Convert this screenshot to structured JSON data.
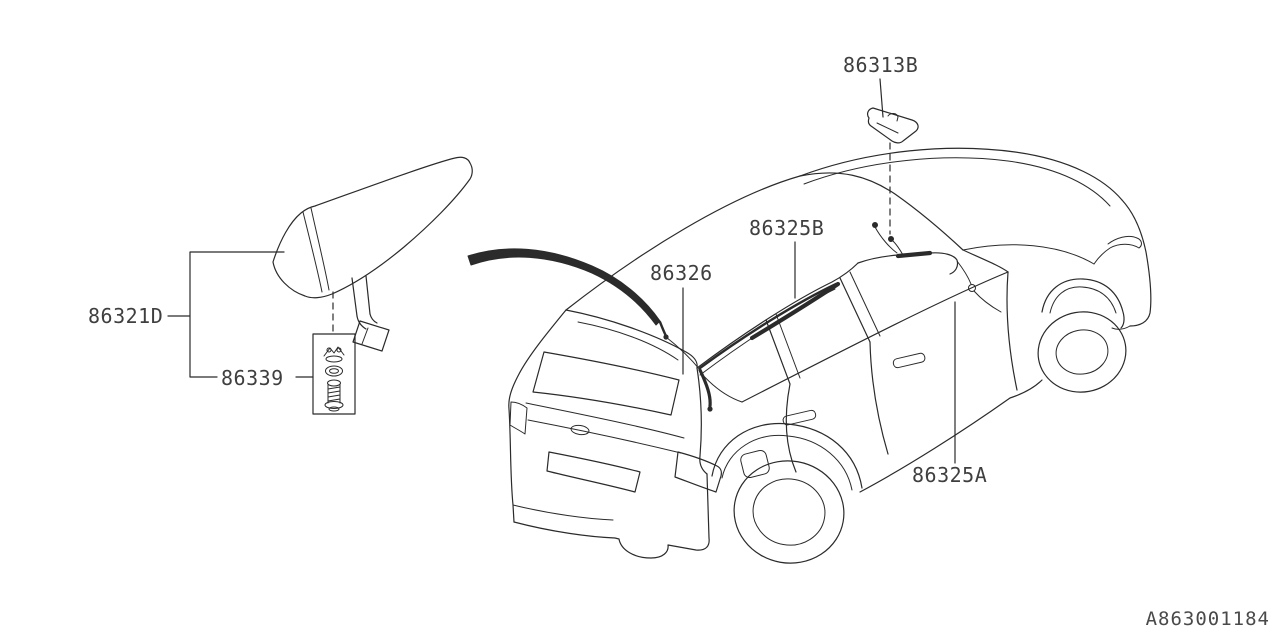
{
  "figure": {
    "type": "vehicle-parts-diagram",
    "subject": "audio-antenna-assembly-and-feeder-cord-routing-on-suv",
    "footer_code": "A863001184",
    "colors": {
      "background": "#ffffff",
      "line": "#2b2b2b",
      "label_text": "#3f3f3f"
    }
  },
  "parts": {
    "antenna_assembly": {
      "code": "86321D"
    },
    "antenna_hardware_kit": {
      "code": "86339"
    },
    "roof_bracket": {
      "code": "86313B"
    },
    "feeder_cord": {
      "code": "86326"
    },
    "antenna_cord_b": {
      "code": "86325B"
    },
    "antenna_cord_a": {
      "code": "86325A"
    }
  }
}
